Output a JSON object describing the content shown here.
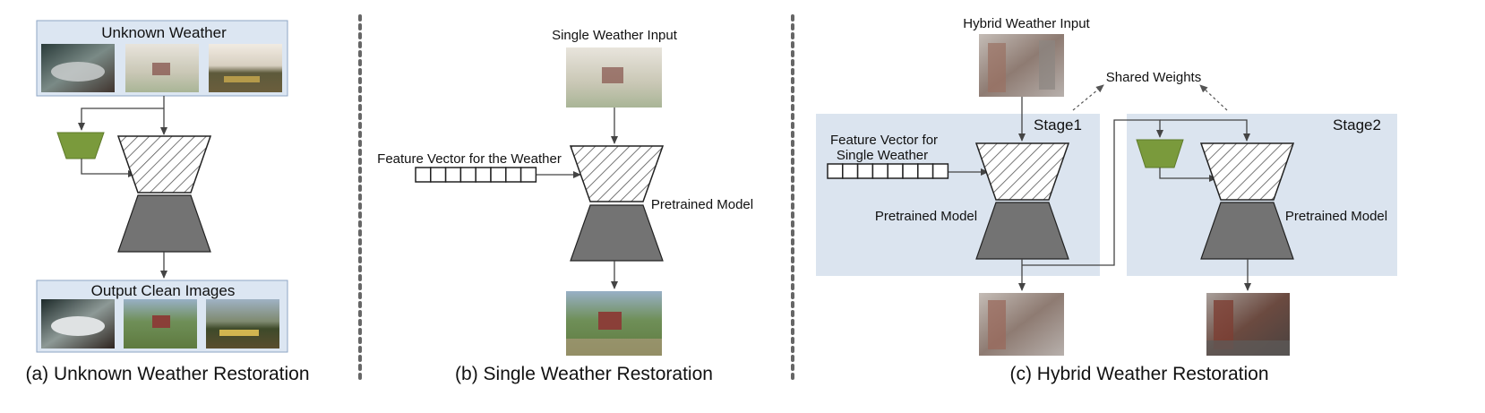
{
  "panel_a": {
    "input_title": "Unknown Weather",
    "output_title": "Output Clean Images",
    "caption": "(a) Unknown Weather Restoration"
  },
  "panel_b": {
    "input_label": "Single Weather Input",
    "feature_label": "Feature Vector for the Weather",
    "model_label": "Pretrained Model",
    "caption": "(b) Single Weather Restoration"
  },
  "panel_c": {
    "input_label": "Hybrid Weather Input",
    "shared_label": "Shared Weights",
    "stage1_label": "Stage1",
    "stage2_label": "Stage2",
    "feature_label_line1": "Feature Vector for",
    "feature_label_line2": "Single Weather",
    "model_label_1": "Pretrained Model",
    "model_label_2": "Pretrained Model",
    "caption": "(c) Hybrid Weather Restoration"
  },
  "colors": {
    "encoder_hatch": "#555555",
    "decoder_fill": "#737373",
    "adapter_fill": "#7a9a3c",
    "title_box_fill": "#dce6f2",
    "stage_fill": "#d9e3ee",
    "divider": "#666666"
  }
}
